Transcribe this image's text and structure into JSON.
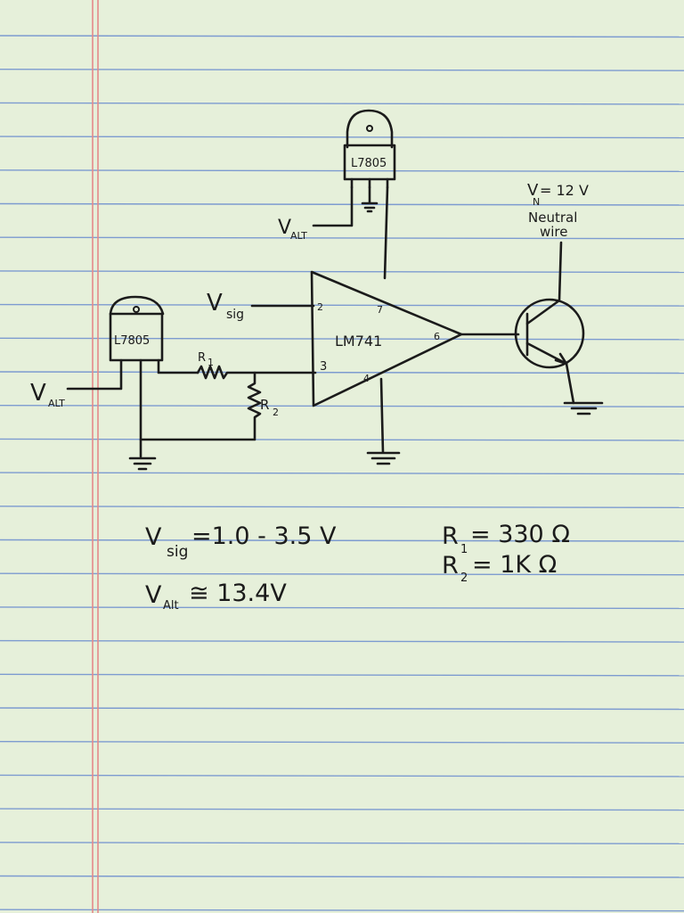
{
  "regulator_top": {
    "label": "L7805"
  },
  "regulator_left": {
    "label": "L7805"
  },
  "opamp": {
    "label": "LM741",
    "pin_in_minus": "2",
    "pin_in_plus": "3",
    "pin_v_plus": "7",
    "pin_v_minus": "4",
    "pin_out": "6"
  },
  "labels": {
    "v_alt_top": "V",
    "v_alt_top_sub": "ALT",
    "v_alt_left": "V",
    "v_alt_left_sub": "ALT",
    "v_sig": "V",
    "v_sig_sub": "sig",
    "r1": "R",
    "r1_sub": "1",
    "r2": "R",
    "r2_sub": "2"
  },
  "transistor_supply": {
    "vn": "V",
    "vn_sub": "N",
    "vn_value": "= 12 V",
    "line2": "Neutral",
    "line3": "wire"
  },
  "specs": {
    "vsig_main": "V",
    "vsig_sub": "sig",
    "vsig_value": "=1.0 - 3.5 V",
    "valt_main": "V",
    "valt_sub": "Alt",
    "valt_value": "≅ 13.4V",
    "r1_main": "R",
    "r1_sub": "1",
    "r1_value": "= 330 Ω",
    "r2_main": "R",
    "r2_sub": "2",
    "r2_value": "= 1K Ω"
  },
  "colors": {
    "paper": "#e6f0da",
    "ruled_line": "#7d9bd0",
    "margin_line": "#e58a8a",
    "ink": "#1b1b1b"
  }
}
